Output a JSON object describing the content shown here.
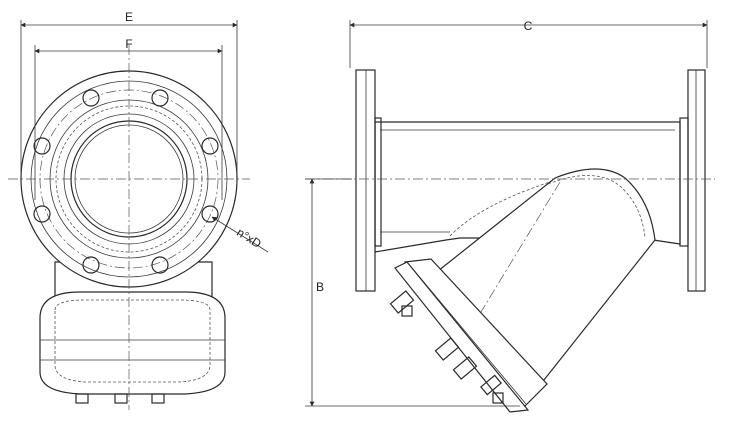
{
  "dimensions": {
    "e_label": "E",
    "f_label": "F",
    "c_label": "C",
    "b_label": "B",
    "bolt_label": "n°xD"
  }
}
